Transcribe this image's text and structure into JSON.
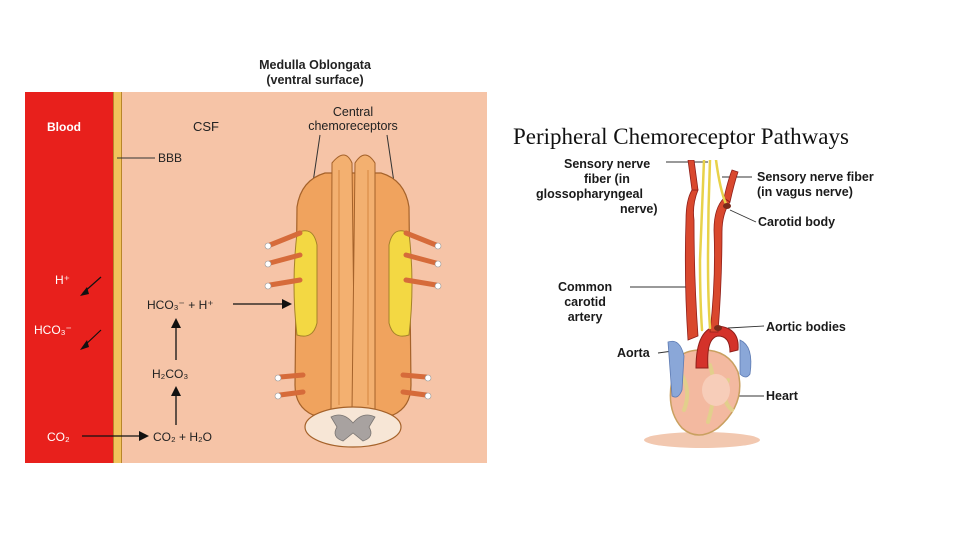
{
  "left": {
    "title_line1": "Medulla Oblongata",
    "title_line2": "(ventral surface)",
    "blood": "Blood",
    "csf": "CSF",
    "central_line1": "Central",
    "central_line2": "chemoreceptors",
    "bbb": "BBB",
    "h_plus": "H⁺",
    "hco3": "HCO₃⁻",
    "co2": "CO₂",
    "eq_top": "HCO₃⁻ + H⁺",
    "eq_mid": "H₂CO₃",
    "eq_bottom": "CO₂ + H₂O"
  },
  "right": {
    "title": "Peripheral Chemoreceptor Pathways",
    "glosso_line1": "Sensory nerve",
    "glosso_line2": "fiber (in",
    "glosso_line3": "glossopharyngeal",
    "glosso_line4": "nerve)",
    "vagus_line1": "Sensory nerve fiber",
    "vagus_line2": "(in vagus nerve)",
    "carotid_body": "Carotid body",
    "common_line1": "Common",
    "common_line2": "carotid",
    "common_line3": "artery",
    "aortic_bodies": "Aortic bodies",
    "aorta": "Aorta",
    "heart": "Heart"
  }
}
